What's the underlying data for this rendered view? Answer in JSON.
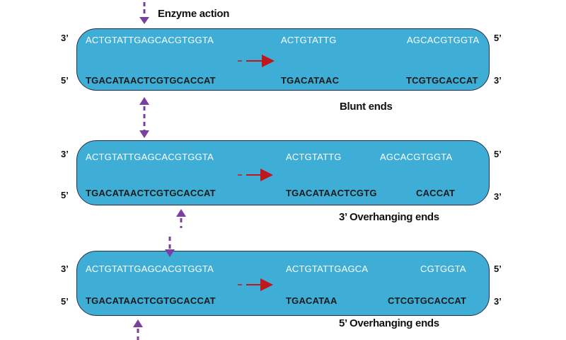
{
  "title": "Enzyme action",
  "colors": {
    "panel": "#3eaed6",
    "arrow": "#7b3fa0",
    "cut_arrow": "#c0171d"
  },
  "panels": [
    {
      "left_top_end": "3’",
      "left_bot_end": "5’",
      "right_top_end": "5’",
      "right_bot_end": "3’",
      "seq_top": "ACTGTATTGAGCACGTGGTA",
      "seq_bot": "TGACATAACTCGTGCACCAT",
      "frag1_top": "ACTGTATTG",
      "frag1_bot": "TGACATAAC",
      "frag2_top": "AGCACGTGGTA",
      "frag2_bot": "TCGTGCACCAT",
      "caption": "Blunt ends"
    },
    {
      "left_top_end": "3’",
      "left_bot_end": "5’",
      "right_top_end": "5’",
      "right_bot_end": "3’",
      "seq_top": "ACTGTATTGAGCACGTGGTA",
      "seq_bot": "TGACATAACTCGTGCACCAT",
      "frag1_top": "ACTGTATTG",
      "frag1_bot": "TGACATAACTCGTG",
      "frag2_top": "AGCACGTGGTA",
      "frag2_bot": "CACCAT",
      "caption": "3’ Overhanging ends"
    },
    {
      "left_top_end": "3’",
      "left_bot_end": "5’",
      "right_top_end": "5’",
      "right_bot_end": "3’",
      "seq_top": "ACTGTATTGAGCACGTGGTA",
      "seq_bot": "TGACATAACTCGTGCACCAT",
      "frag1_top": "ACTGTATTGAGCA",
      "frag1_bot": "TGACATAA",
      "frag2_top": "CGTGGTA",
      "frag2_bot": "CTCGTGCACCAT",
      "caption": "5’ Overhanging ends"
    }
  ]
}
